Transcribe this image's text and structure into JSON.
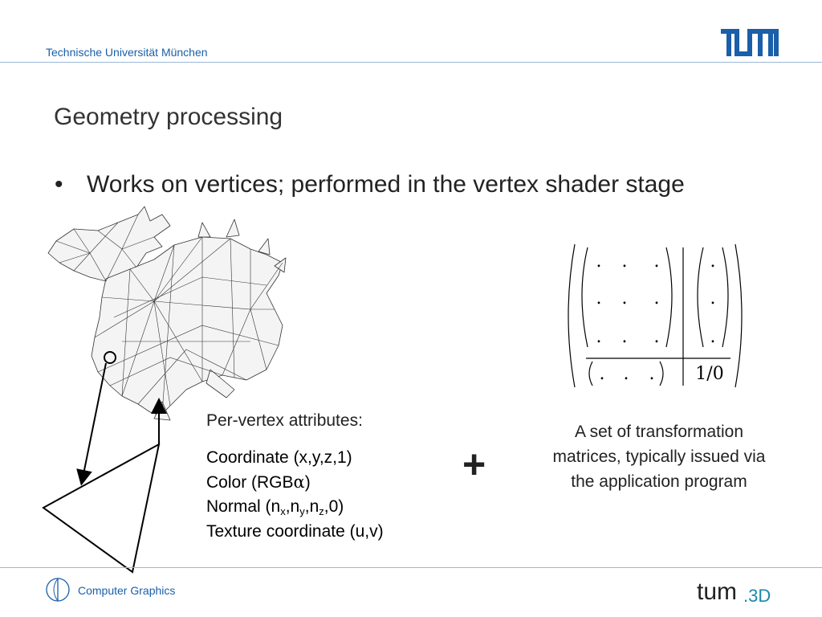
{
  "header": {
    "university": "Technische Universität München",
    "logo_icon": "tum-logo-icon"
  },
  "slide": {
    "title": "Geometry processing",
    "bullet": "Works on vertices; performed in the vertex shader stage",
    "bullet_marker": "•"
  },
  "illustration": {
    "dragon_icon": "wireframe-dragon-icon",
    "triangle_icon": "triangle-icon"
  },
  "attributes": {
    "title": "Per-vertex attributes:",
    "coordinate": "Coordinate (x,y,z,1)",
    "color_prefix": "Color (RGB",
    "alpha": "α",
    "color_suffix": ")",
    "normal_prefix": "Normal (n",
    "sub_x": "x",
    "comma": ",",
    "n": "n",
    "sub_y": "y",
    "sub_z": "z",
    "normal_suffix": ",0)",
    "texture": "Texture coordinate (u,v)"
  },
  "plus": "+",
  "matrix": {
    "dot": ".",
    "corner": "1/0",
    "description": "A set of transformation matrices, typically issued via the application program"
  },
  "footer": {
    "course": "Computer Graphics",
    "course_icon": "chair-globe-icon",
    "logo_text_main": "tum",
    "logo_text_suffix": ".3D"
  },
  "colors": {
    "tum_blue": "#1a5fa8",
    "divider": "#9cb8d8",
    "logo_teal": "#1a8aa8"
  }
}
